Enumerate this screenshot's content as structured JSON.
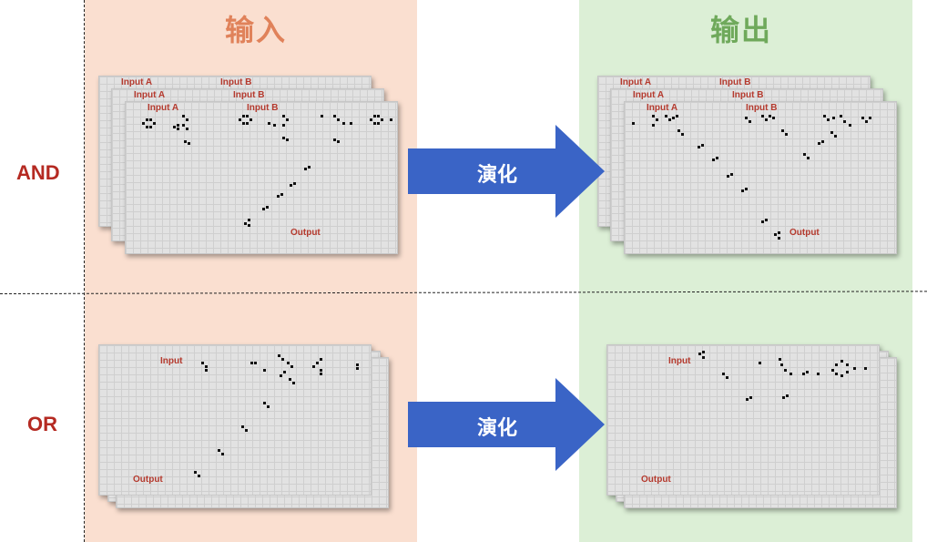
{
  "headers": {
    "input": "输入",
    "output": "输出"
  },
  "rows": {
    "and": "AND",
    "or": "OR"
  },
  "arrow_label": "演化",
  "card_labels": {
    "input_a": "Input A",
    "input_b": "Input B",
    "input": "Input",
    "output": "Output"
  },
  "colors": {
    "input_panel": "#fadfd0",
    "output_panel": "#dcefd6",
    "arrow": "#3a64c6",
    "label_red": "#b52a22"
  }
}
